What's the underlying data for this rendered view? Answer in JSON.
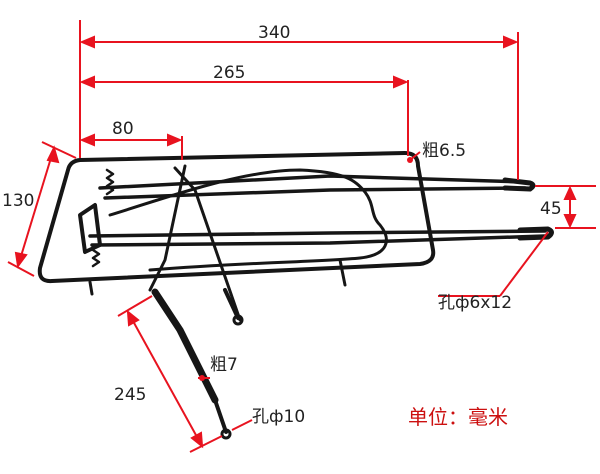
{
  "dimensions": {
    "total_length": "340",
    "rack_length": "265",
    "front_offset": "80",
    "width": "130",
    "slot_spacing": "45",
    "strut_length": "245"
  },
  "annotations": {
    "tube_thickness_main": "粗6.5",
    "slot_hole": "孔ф6x12",
    "strut_thickness": "粗7",
    "strut_hole": "孔ф10"
  },
  "unit_label": "单位：毫米",
  "colors": {
    "dimension_line": "#e8131f",
    "rack_frame": "#161616",
    "unit_text": "#cc1010"
  }
}
